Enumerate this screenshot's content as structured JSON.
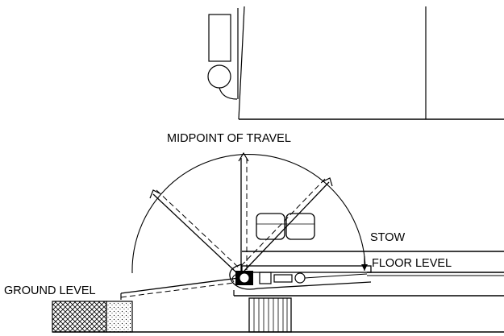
{
  "labels": {
    "midpoint": "MIDPOINT OF TRAVEL",
    "stow": "STOW",
    "floor_level": "FLOOR LEVEL",
    "ground_level": "GROUND LEVEL"
  },
  "colors": {
    "line": "#000000",
    "background": "#ffffff"
  }
}
